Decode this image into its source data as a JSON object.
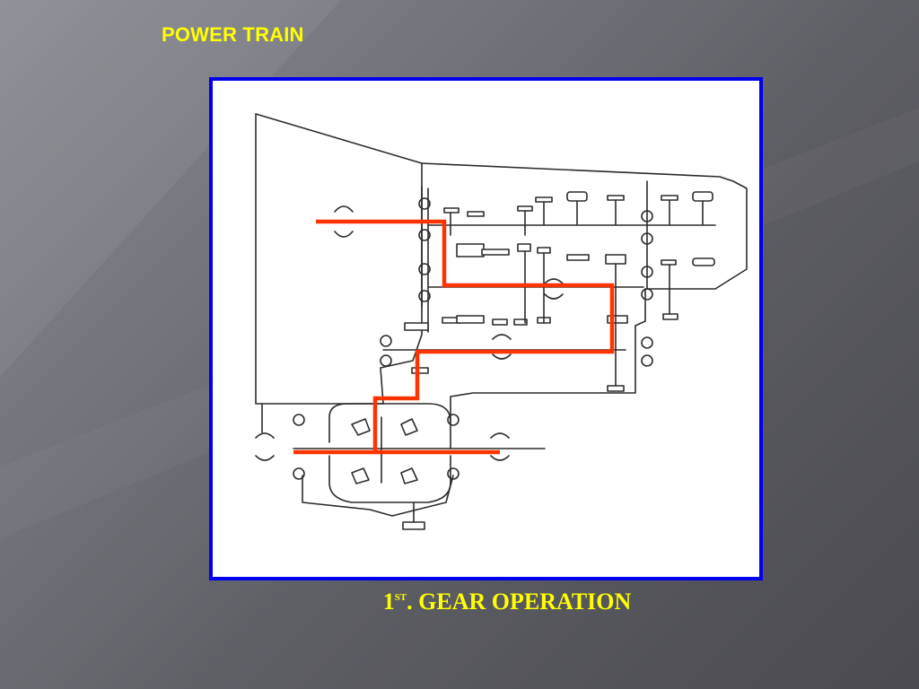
{
  "slide": {
    "title": "POWER TRAIN",
    "title_color": "#ffff00",
    "caption_number": "1",
    "caption_superscript": "ST",
    "caption_text": ". GEAR OPERATION",
    "caption_color": "#ffff00"
  },
  "diagram": {
    "frame_color": "#0000ee",
    "power_flow_color": "#ff3300",
    "line_color": "#2b2b2b"
  }
}
